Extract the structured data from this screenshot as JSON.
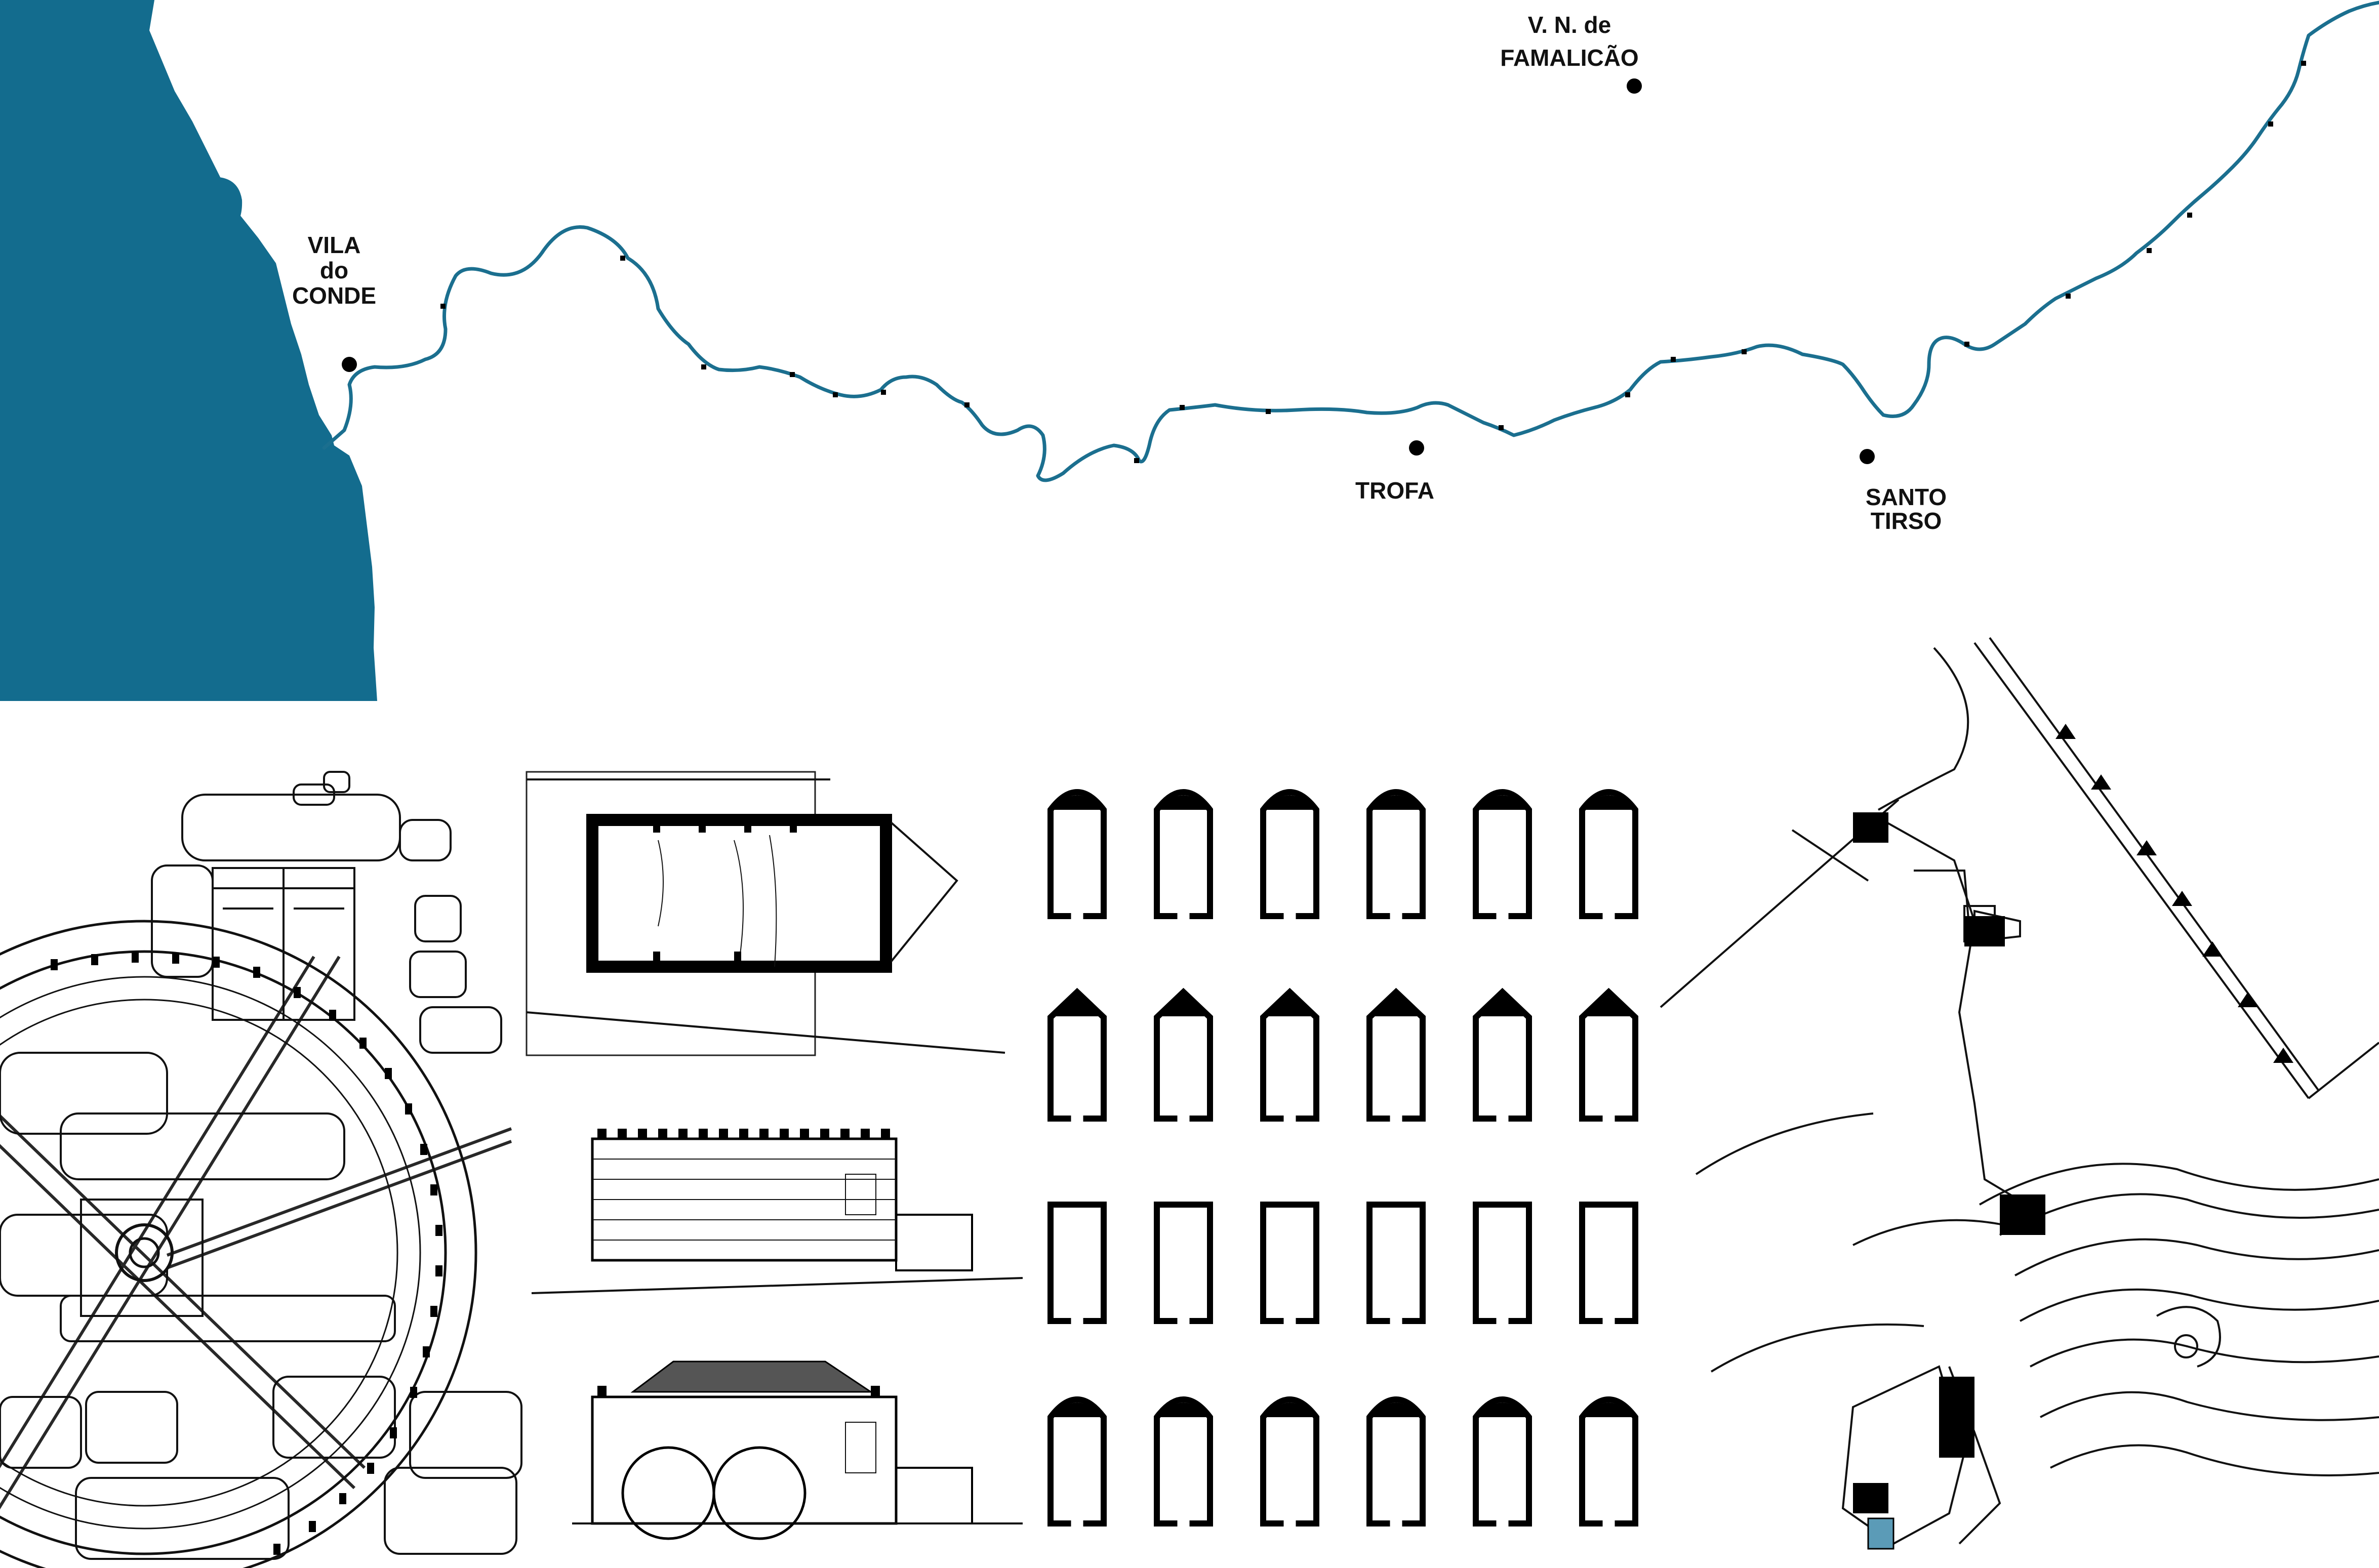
{
  "colors": {
    "sea": "#136c8e",
    "river": "#1b6f8f",
    "ink": "#111111",
    "background": "#ffffff"
  },
  "map": {
    "towns": [
      {
        "id": "vila-do-conde",
        "lines": [
          "VILA",
          "do",
          "CONDE"
        ]
      },
      {
        "id": "famalicao",
        "lines": [
          "V. N. de",
          "FAMALICÃO"
        ]
      },
      {
        "id": "trofa",
        "lines": [
          "TROFA"
        ]
      },
      {
        "id": "santo-tirso",
        "lines": [
          "SANTO",
          "TIRSO"
        ]
      }
    ]
  },
  "panels": {
    "wheel_plan": {
      "spokes": 4
    },
    "mill_drawings": {
      "views": [
        "plan",
        "elevation",
        "section"
      ]
    },
    "mill_plans_grid": {
      "rows": 4,
      "columns": 6
    },
    "site_plan": {
      "type": "weir-and-mill-site"
    }
  }
}
